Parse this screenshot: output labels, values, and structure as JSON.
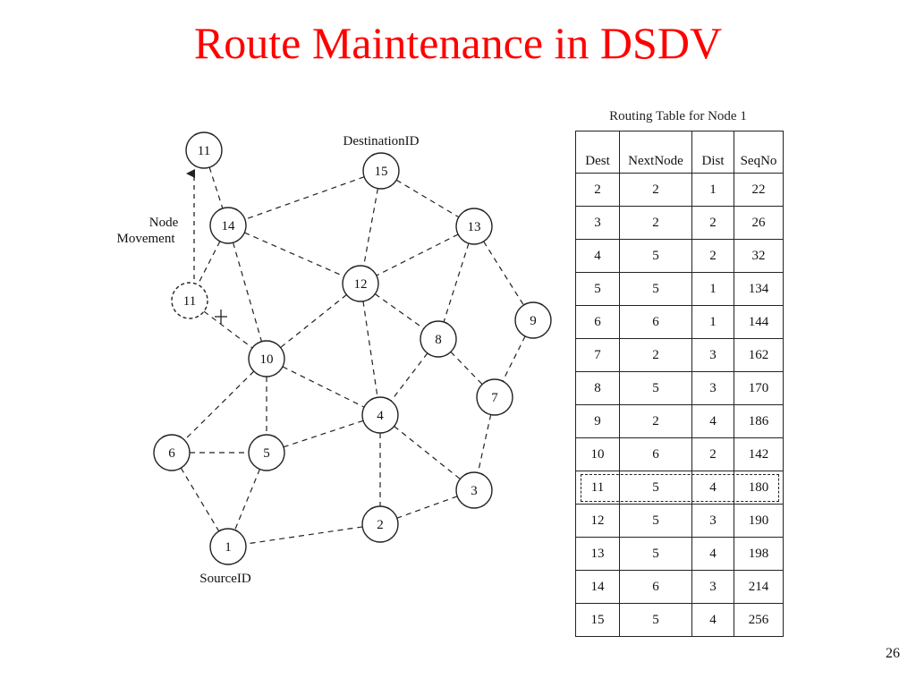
{
  "slide": {
    "title": "Route Maintenance in DSDV",
    "page_number": "26",
    "title_color": "#ff0000"
  },
  "diagram": {
    "destination_label": "DestinationID",
    "source_label": "SourceID",
    "movement_label_line1": "Node",
    "movement_label_line2": "Movement",
    "nodes": [
      {
        "label": "11",
        "style": "solid"
      },
      {
        "label": "15",
        "style": "solid"
      },
      {
        "label": "14",
        "style": "solid"
      },
      {
        "label": "13",
        "style": "solid"
      },
      {
        "label": "11",
        "style": "dashed"
      },
      {
        "label": "12",
        "style": "solid"
      },
      {
        "label": "9",
        "style": "solid"
      },
      {
        "label": "8",
        "style": "solid"
      },
      {
        "label": "10",
        "style": "solid"
      },
      {
        "label": "7",
        "style": "solid"
      },
      {
        "label": "4",
        "style": "solid"
      },
      {
        "label": "6",
        "style": "solid"
      },
      {
        "label": "5",
        "style": "solid"
      },
      {
        "label": "3",
        "style": "solid"
      },
      {
        "label": "2",
        "style": "solid"
      },
      {
        "label": "1",
        "style": "solid"
      }
    ],
    "links": [
      [
        "11",
        "14"
      ],
      [
        "15",
        "14"
      ],
      [
        "15",
        "12"
      ],
      [
        "15",
        "13"
      ],
      [
        "14",
        "12"
      ],
      [
        "14",
        "10"
      ],
      [
        "14",
        "11-old"
      ],
      [
        "13",
        "12"
      ],
      [
        "13",
        "8"
      ],
      [
        "13",
        "9"
      ],
      [
        "12",
        "10"
      ],
      [
        "12",
        "8"
      ],
      [
        "12",
        "4"
      ],
      [
        "11-old",
        "10"
      ],
      [
        "9",
        "7"
      ],
      [
        "8",
        "7"
      ],
      [
        "8",
        "4"
      ],
      [
        "10",
        "4"
      ],
      [
        "10",
        "6"
      ],
      [
        "10",
        "5"
      ],
      [
        "7",
        "3"
      ],
      [
        "4",
        "5"
      ],
      [
        "4",
        "3"
      ],
      [
        "4",
        "2"
      ],
      [
        "6",
        "5"
      ],
      [
        "6",
        "1"
      ],
      [
        "5",
        "1"
      ],
      [
        "3",
        "2"
      ],
      [
        "2",
        "1"
      ]
    ]
  },
  "routing_table": {
    "caption": "Routing Table for Node 1",
    "headers": [
      "Dest",
      "NextNode",
      "Dist",
      "SeqNo"
    ],
    "highlighted_dest": "11"
  },
  "chart_data": {
    "type": "table",
    "title": "Routing Table for Node 1",
    "columns": [
      "Dest",
      "NextNode",
      "Dist",
      "SeqNo"
    ],
    "rows": [
      [
        2,
        2,
        1,
        22
      ],
      [
        3,
        2,
        2,
        26
      ],
      [
        4,
        5,
        2,
        32
      ],
      [
        5,
        5,
        1,
        134
      ],
      [
        6,
        6,
        1,
        144
      ],
      [
        7,
        2,
        3,
        162
      ],
      [
        8,
        5,
        3,
        170
      ],
      [
        9,
        2,
        4,
        186
      ],
      [
        10,
        6,
        2,
        142
      ],
      [
        11,
        5,
        4,
        180
      ],
      [
        12,
        5,
        3,
        190
      ],
      [
        13,
        5,
        4,
        198
      ],
      [
        14,
        6,
        3,
        214
      ],
      [
        15,
        5,
        4,
        256
      ]
    ]
  }
}
